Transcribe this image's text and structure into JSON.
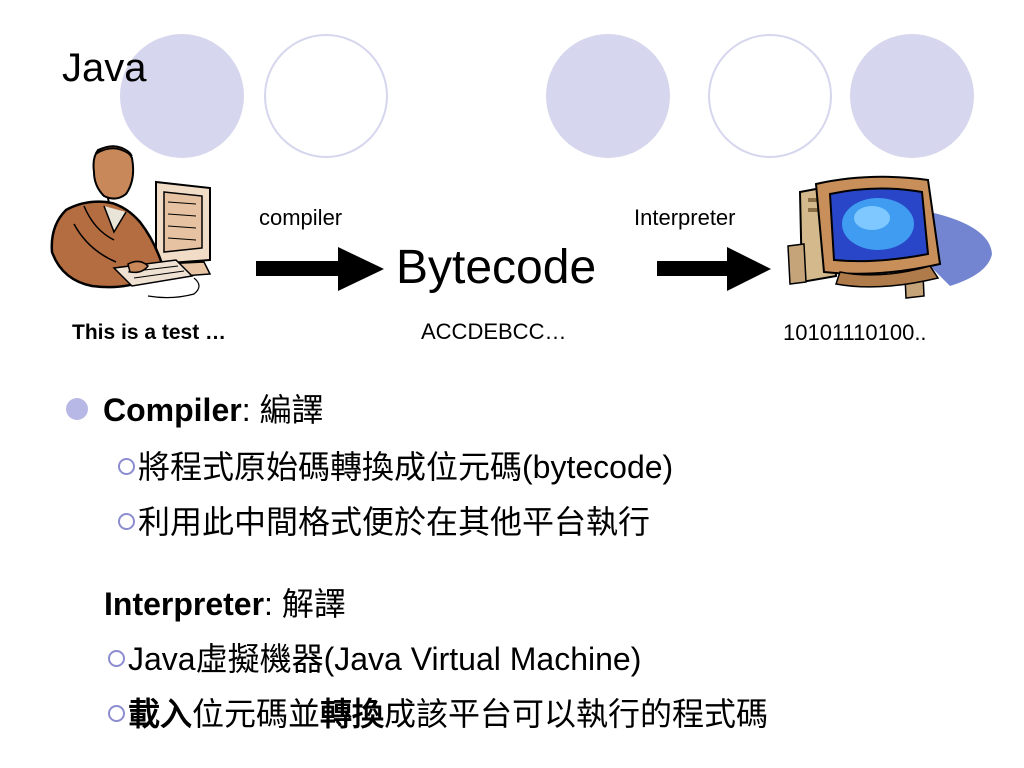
{
  "slide": {
    "title": "Java"
  },
  "diagram": {
    "compiler_label": "compiler",
    "interpreter_label": "Interpreter",
    "bytecode_label": "Bytecode",
    "source_text": "This is a test …",
    "bytecode_text": "ACCDEBCC…",
    "binary_text": "10101110100.."
  },
  "bullets": {
    "compiler": {
      "term": "Compiler",
      "sep": ": ",
      "meaning": "編譯",
      "sub": [
        {
          "parts": [
            "將程式原始碼轉換成位元碼(bytecode)"
          ]
        },
        {
          "parts": [
            "利用此中間格式便於在其他平台執行"
          ]
        }
      ]
    },
    "interpreter": {
      "term": "Interpreter",
      "sep": ": ",
      "meaning": "解譯",
      "sub1": "Java虛擬機器(Java Virtual Machine)",
      "sub2": {
        "a": "載入",
        "b": "位元碼並",
        "c": "轉換",
        "d": "成該平台可以執行的程式碼"
      }
    }
  },
  "colors": {
    "circle": "#d6d6ee",
    "bullet": "#b8b8e6",
    "arrow": "#000000"
  }
}
